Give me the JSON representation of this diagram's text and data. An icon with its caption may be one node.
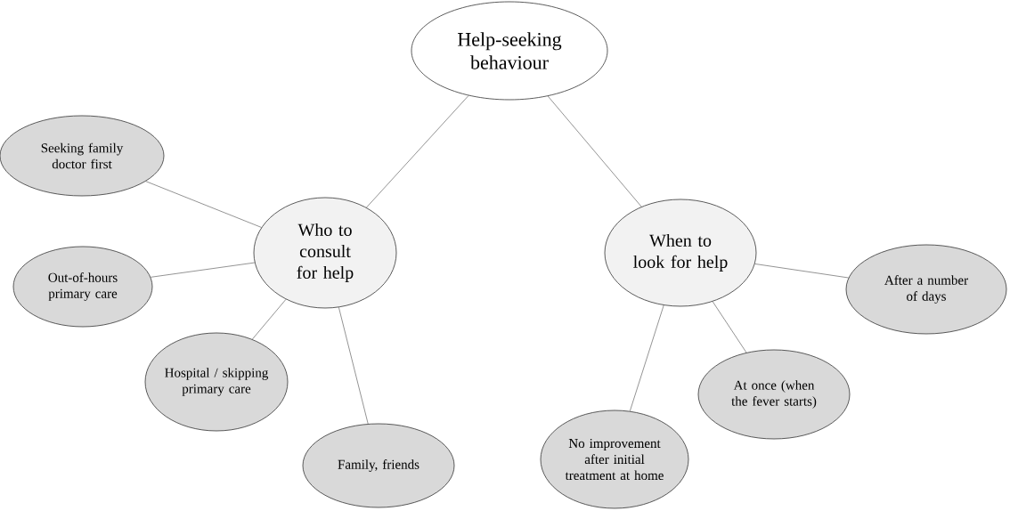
{
  "diagram": {
    "nodes": [
      {
        "text": [
          "Help-seeking behaviour"
        ]
      },
      {
        "text": [
          "Seeking family doctor first"
        ]
      },
      {
        "text": [
          "Who to consult for help"
        ]
      },
      {
        "text": [
          "Out-of-hours primary care"
        ]
      },
      {
        "text": [
          "Hospital / skipping primary care"
        ]
      },
      {
        "text": [
          "Family, friends"
        ]
      },
      {
        "text": [
          "When to look for help"
        ]
      },
      {
        "text": [
          "After a number of days"
        ]
      },
      {
        "text": [
          "At once (when the fever starts)"
        ]
      },
      {
        "text": [
          "No improvement after initial treatment at home"
        ]
      }
    ],
    "edges": [
      {
        "from": 0,
        "to": 2,
        "arrow": "none"
      },
      {
        "from": 0,
        "to": 6,
        "arrow": "none"
      },
      {
        "from": 2,
        "to": 1,
        "arrow": "none"
      },
      {
        "from": 2,
        "to": 3,
        "arrow": "none"
      },
      {
        "from": 2,
        "to": 4,
        "arrow": "none"
      },
      {
        "from": 2,
        "to": 5,
        "arrow": "none"
      },
      {
        "from": 6,
        "to": 7,
        "arrow": "none"
      },
      {
        "from": 6,
        "to": 8,
        "arrow": "none"
      },
      {
        "from": 6,
        "to": 9,
        "arrow": "none"
      }
    ]
  }
}
